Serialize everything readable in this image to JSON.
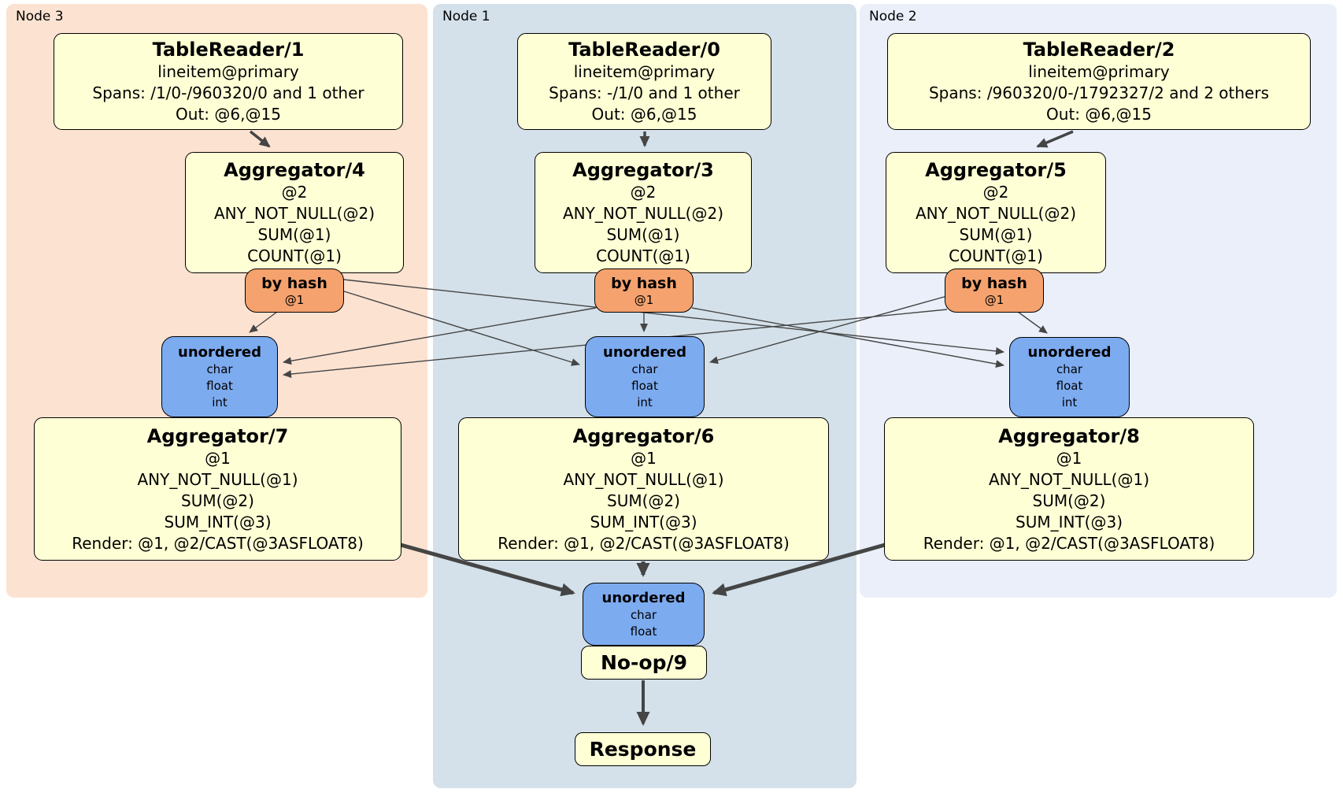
{
  "regions": [
    {
      "label": "Node 3"
    },
    {
      "label": "Node 1"
    },
    {
      "label": "Node 2"
    }
  ],
  "tablereaders": [
    {
      "title": "TableReader/1",
      "table": "lineitem@primary",
      "spans": "Spans: /1/0-/960320/0 and 1 other",
      "out": "Out: @6,@15"
    },
    {
      "title": "TableReader/0",
      "table": "lineitem@primary",
      "spans": "Spans: -/1/0 and 1 other",
      "out": "Out: @6,@15"
    },
    {
      "title": "TableReader/2",
      "table": "lineitem@primary",
      "spans": "Spans: /960320/0-/1792327/2 and 2 others",
      "out": "Out: @6,@15"
    }
  ],
  "stage1_aggregators": [
    {
      "title": "Aggregator/4",
      "lines": [
        "@2",
        "ANY_NOT_NULL(@2)",
        "SUM(@1)",
        "COUNT(@1)"
      ]
    },
    {
      "title": "Aggregator/3",
      "lines": [
        "@2",
        "ANY_NOT_NULL(@2)",
        "SUM(@1)",
        "COUNT(@1)"
      ]
    },
    {
      "title": "Aggregator/5",
      "lines": [
        "@2",
        "ANY_NOT_NULL(@2)",
        "SUM(@1)",
        "COUNT(@1)"
      ]
    }
  ],
  "routers": [
    {
      "title": "by hash",
      "key": "@1"
    },
    {
      "title": "by hash",
      "key": "@1"
    },
    {
      "title": "by hash",
      "key": "@1"
    }
  ],
  "syncs": [
    {
      "title": "unordered",
      "cols": [
        "char",
        "float",
        "int"
      ]
    },
    {
      "title": "unordered",
      "cols": [
        "char",
        "float",
        "int"
      ]
    },
    {
      "title": "unordered",
      "cols": [
        "char",
        "float",
        "int"
      ]
    }
  ],
  "stage2_aggregators": [
    {
      "title": "Aggregator/7",
      "lines": [
        "@1",
        "ANY_NOT_NULL(@1)",
        "SUM(@2)",
        "SUM_INT(@3)",
        "Render: @1, @2/CAST(@3ASFLOAT8)"
      ]
    },
    {
      "title": "Aggregator/6",
      "lines": [
        "@1",
        "ANY_NOT_NULL(@1)",
        "SUM(@2)",
        "SUM_INT(@3)",
        "Render: @1, @2/CAST(@3ASFLOAT8)"
      ]
    },
    {
      "title": "Aggregator/8",
      "lines": [
        "@1",
        "ANY_NOT_NULL(@1)",
        "SUM(@2)",
        "SUM_INT(@3)",
        "Render: @1, @2/CAST(@3ASFLOAT8)"
      ]
    }
  ],
  "final_sync": {
    "title": "unordered",
    "cols": [
      "char",
      "float"
    ]
  },
  "noop": {
    "title": "No-op/9"
  },
  "response": {
    "title": "Response"
  },
  "colors": {
    "node3_bg": "#fce2d1",
    "node1_bg": "#d4e1ea",
    "node2_bg": "#eaeffa",
    "processor_bg": "#ffffd6",
    "router_bg": "#f5a26e",
    "sync_bg": "#7dabf0",
    "border": "#000000",
    "edge": "#454545"
  }
}
